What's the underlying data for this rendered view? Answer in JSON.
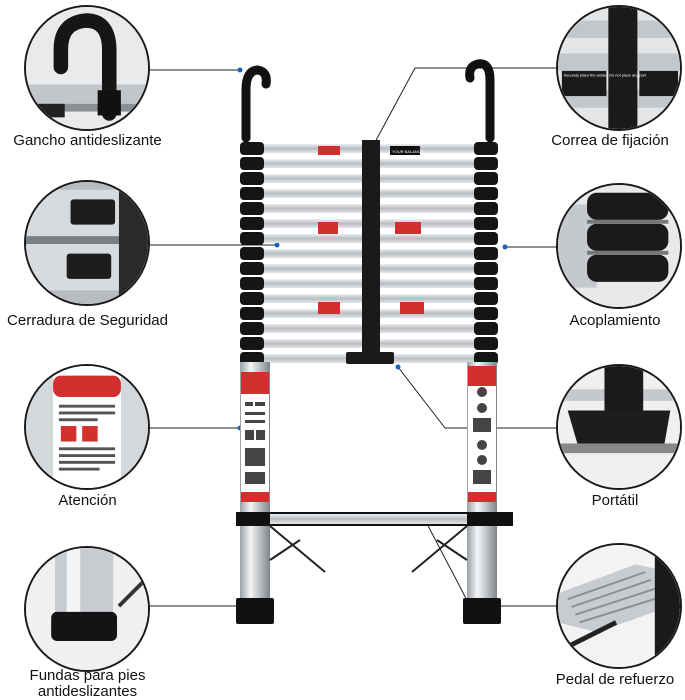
{
  "labels": {
    "hook": "Gancho antideslizante",
    "lock": "Cerradura de Seguridad",
    "attention": "Atención",
    "feet_line1": "Fundas para pies",
    "feet_line2": "antideslizantes",
    "strap": "Correa de fijación",
    "coupling": "Acoplamiento",
    "portable": "Portátil",
    "pedal": "Pedal de refuerzo"
  },
  "ladder_text": {
    "warn_top": "YOUR BALANCE",
    "strap_text": "Securely place the ladder. Do not place any part"
  },
  "colors": {
    "accent_dot": "#1565c0",
    "warning_red": "#d32f2f",
    "black": "#111111",
    "aluminium": "#c9cdd1"
  }
}
